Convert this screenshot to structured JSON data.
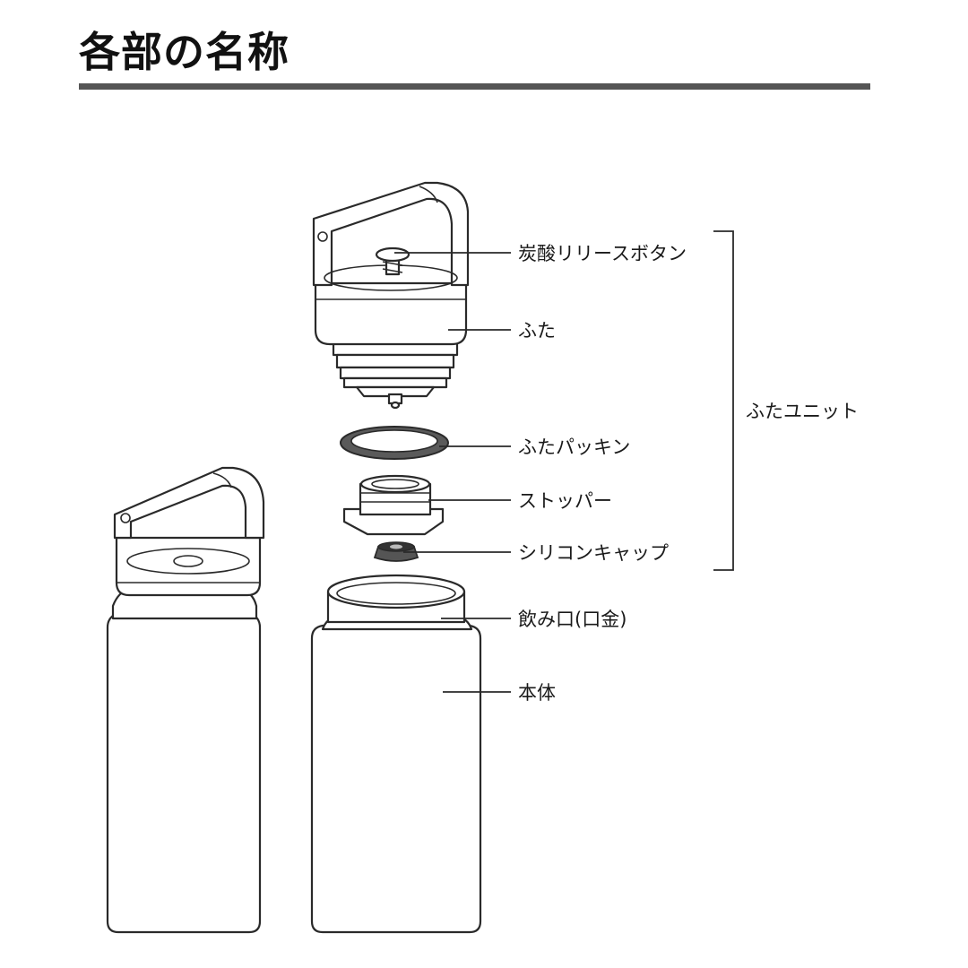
{
  "title": "各部の名称",
  "labels": {
    "carbonation_release_button": "炭酸リリースボタン",
    "lid": "ふた",
    "lid_gasket": "ふたパッキン",
    "stopper": "ストッパー",
    "silicone_cap": "シリコンキャップ",
    "mouth": "飲み口(口金)",
    "body": "本体",
    "lid_unit": "ふたユニット"
  }
}
